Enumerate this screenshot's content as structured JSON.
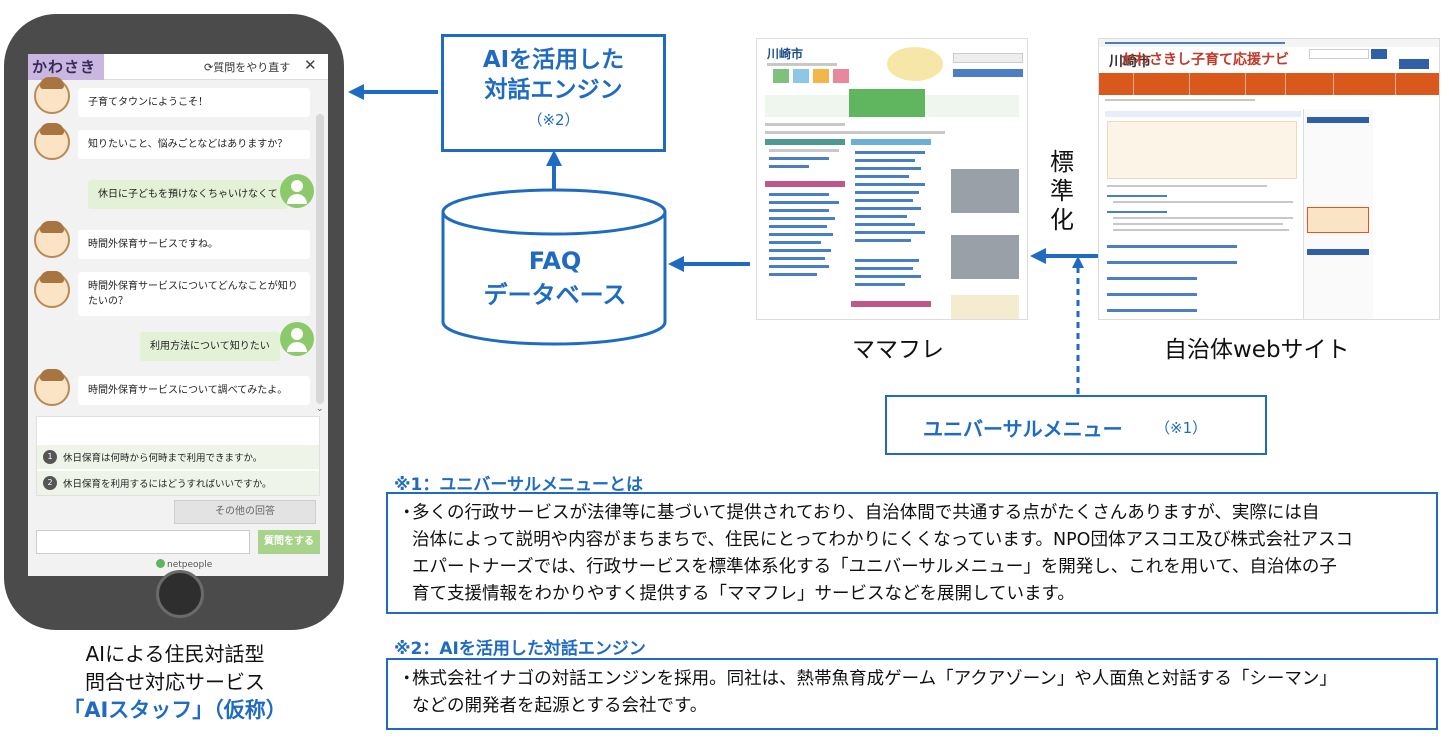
{
  "phone": {
    "app_name": "かわさき",
    "reset_label": "⟳質問をやり直す",
    "close": "✕",
    "messages": [
      {
        "from": "bot",
        "text": "子育てタウンにようこそ！"
      },
      {
        "from": "bot",
        "text": "知りたいこと、悩みごとなどはありますか？"
      },
      {
        "from": "user",
        "text": "休日に子どもを預けなくちゃいけなくて"
      },
      {
        "from": "bot",
        "text": "時間外保育サービスですね。"
      },
      {
        "from": "bot",
        "text": "時間外保育サービスについてどんなことが知りたいの？"
      },
      {
        "from": "user",
        "text": "利用方法について知りたい"
      },
      {
        "from": "bot",
        "text": "時間外保育サービスについて調べてみたよ。"
      }
    ],
    "suggestions": [
      {
        "num": "1",
        "text": "休日保育は何時から何時まで利用できますか。"
      },
      {
        "num": "2",
        "text": "休日保育を利用するにはどうすればいいですか。"
      }
    ],
    "other_answers": "その他の回答",
    "send_label": "質問をする",
    "vendor": "netpeople"
  },
  "phone_caption": {
    "line1": "AIによる住民対話型",
    "line2": "問合せ対応サービス",
    "line3": "「AIスタッフ」（仮称）"
  },
  "engine": {
    "title_line1": "AIを活用した",
    "title_line2": "対話エンジン",
    "note": "（※2）"
  },
  "faq": {
    "line1": "FAQ",
    "line2": "データベース"
  },
  "mamafure": {
    "logo": "川崎市",
    "label": "ママフレ"
  },
  "city_site": {
    "logo": "川崎市",
    "banner": "かわさきし子育て応援ナビ",
    "label": "自治体webサイト"
  },
  "standardize": [
    "標",
    "準",
    "化"
  ],
  "universal_menu": {
    "title": "ユニバーサルメニュー",
    "note": "（※1）"
  },
  "notes": [
    {
      "heading": "※1：ユニバーサルメニューとは",
      "lines": [
        "多くの行政サービスが法律等に基づいて提供されており、自治体間で共通する点がたくさんありますが、実際には自",
        "治体によって説明や内容がまちまちで、住民にとってわかりにくくなっています。NPO団体アスコエ及び株式会社アスコ",
        "エパートナーズでは、行政サービスを標準体系化する「ユニバーサルメニュー」を開発し、これを用いて、自治体の子",
        "育て支援情報をわかりやすく提供する「ママフレ」サービスなどを展開しています。"
      ]
    },
    {
      "heading": "※2：AIを活用した対話エンジン",
      "lines": [
        "株式会社イナゴの対話エンジンを採用。同社は、熱帯魚育成ゲーム「アクアゾーン」や人面魚と対話する「シーマン」",
        "などの開発者を起源とする会社です。"
      ]
    }
  ],
  "colors": {
    "accent": "#1f6bc1",
    "phone_body": "#4b4b4b",
    "city_nav": "#d9581c",
    "mamafure_green": "#5fb65f"
  }
}
